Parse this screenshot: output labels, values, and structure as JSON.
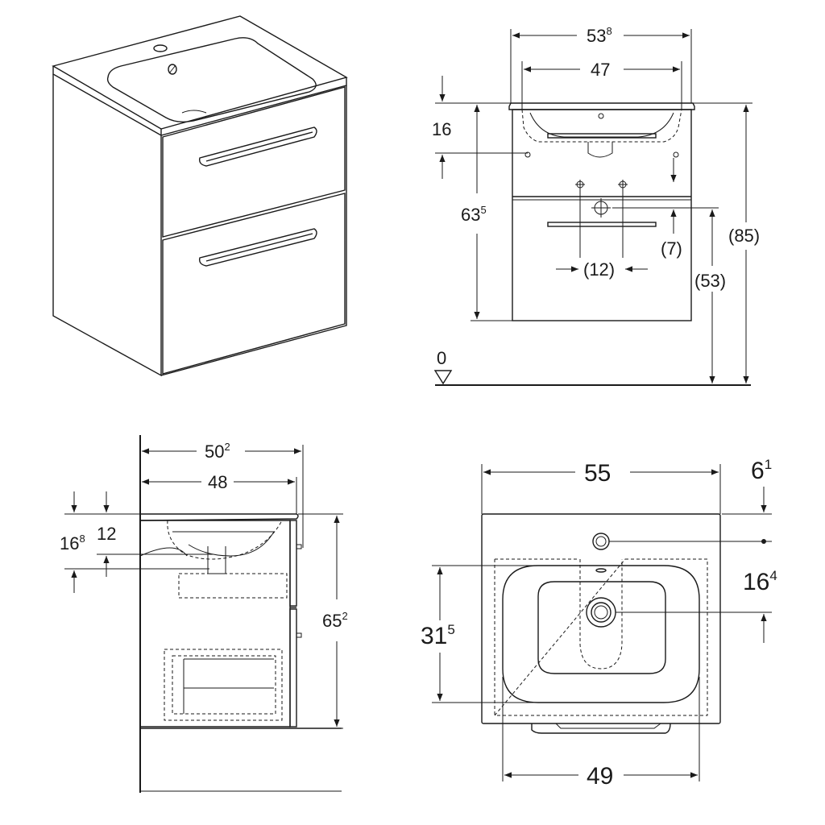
{
  "front_view": {
    "total_width": {
      "main": "53",
      "sup": "8"
    },
    "basin_width": "47",
    "height_basin_top": {
      "main": "63",
      "sup": "5"
    },
    "overflow_offset": "16",
    "total_height": "(85)",
    "drawer_height": "(53)",
    "fixing_offset": "(7)",
    "fixing_spacing": "(12)",
    "floor_level": "0"
  },
  "side_view": {
    "total_depth": {
      "main": "50",
      "sup": "2"
    },
    "basin_depth": "48",
    "drain_offset": {
      "main": "16",
      "sup": "8"
    },
    "drain_height": "12",
    "cabinet_height": {
      "main": "65",
      "sup": "2"
    }
  },
  "top_view": {
    "total_width": "55",
    "tap_hole_offset": {
      "main": "6",
      "sup": "1"
    },
    "drain_to_tap": {
      "main": "16",
      "sup": "4"
    },
    "bowl_depth": {
      "main": "31",
      "sup": "5"
    },
    "bowl_width": "49"
  }
}
